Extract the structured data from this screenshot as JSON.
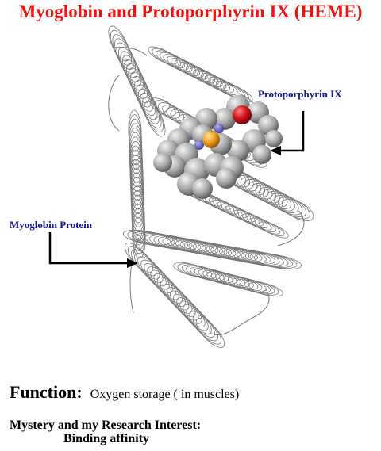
{
  "title": "Myoglobin and Protoporphyrin IX (HEME)",
  "labels": {
    "protoporphyrin": "Protoporphyrin IX",
    "myoglobin": "Myoglobin Protein"
  },
  "function": {
    "label": "Function",
    "separator": ":",
    "value": "Oxygen storage ( in muscles)"
  },
  "research": {
    "line1": "Mystery and my Research Interest:",
    "line2": "Binding affinity"
  },
  "colors": {
    "title": "#ee1111",
    "labels": "#14148c",
    "ribbon": "#777777",
    "atom_grey": "#9a9a9a",
    "atom_red": "#d4141e",
    "atom_orange": "#f0a020",
    "atom_blue": "#5a5aa8"
  }
}
